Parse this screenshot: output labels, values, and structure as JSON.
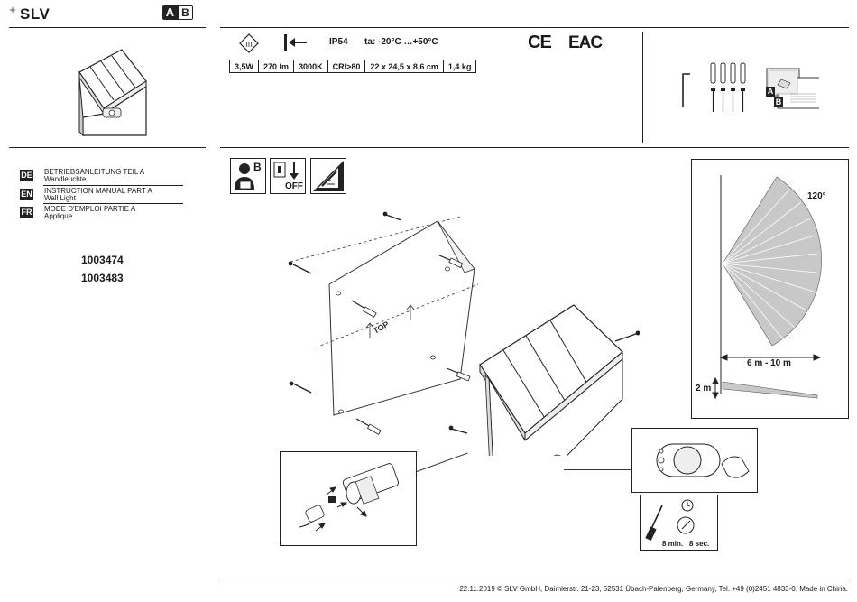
{
  "header": {
    "brand": "SLV",
    "part_badge": {
      "active": "A",
      "inactive": "B"
    }
  },
  "specs": {
    "ip_rating": "IP54",
    "temperature": "ta: -20°C …+50°C",
    "table": [
      "3,5W",
      "270 lm",
      "3000K",
      "CRI>80",
      "22 x 24,5 x 8,6 cm",
      "1,4 kg"
    ],
    "icons": [
      "protection-class-iii-icon",
      "distance-icon",
      "ce-mark-icon",
      "eac-mark-icon"
    ],
    "ce_text": "CE",
    "eac_text": "EAC"
  },
  "languages": [
    {
      "code": "DE",
      "title": "BETRIEBSANLEITUNG TEIL A",
      "subtitle": "Wandleuchte"
    },
    {
      "code": "EN",
      "title": "INSTRUCTION MANUAL PART A",
      "subtitle": "Wall Light"
    },
    {
      "code": "FR",
      "title": "MODE D'EMPLOI PARTIE A",
      "subtitle": "Applique"
    }
  ],
  "article_numbers": [
    "1003474",
    "1003483"
  ],
  "accessories": {
    "manual_labels": [
      "A",
      "B"
    ]
  },
  "safety_icons": {
    "manual_b_label": "B",
    "off_label": "OFF"
  },
  "sensor": {
    "angle": "120°",
    "range": "6 m - 10 m",
    "height": "2 m"
  },
  "mounting": {
    "top_label": "TOP"
  },
  "settings": {
    "time_label": "8 min.",
    "delay_label": "8 sec."
  },
  "footer": {
    "text": "22.11.2019 © SLV GmbH, Daimlerstr. 21-23, 52531 Übach-Palenberg, Germany, Tel. +49 (0)2451 4833-0. Made in China."
  }
}
